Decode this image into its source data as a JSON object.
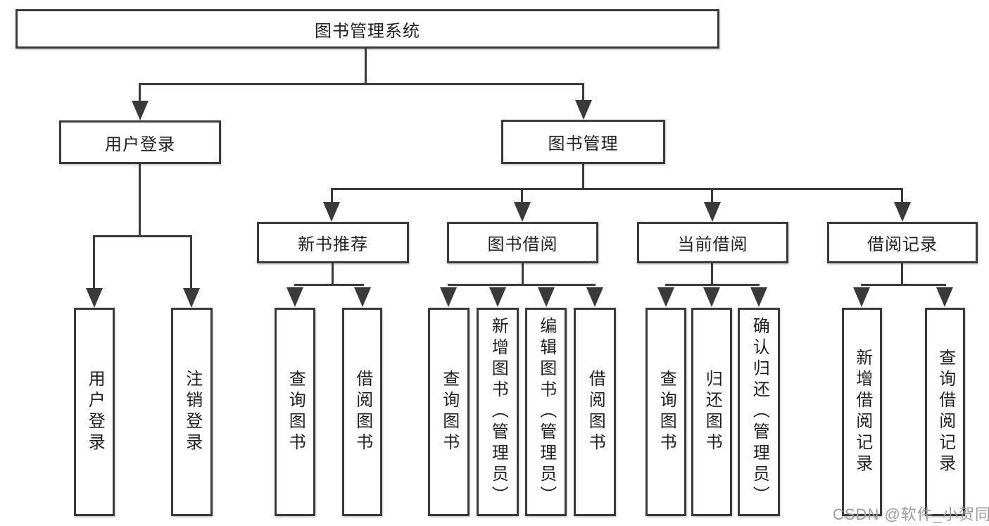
{
  "diagram": {
    "type": "hierarchy-tree",
    "tree": {
      "root": {
        "label": "图书管理系统"
      },
      "branches": [
        {
          "label": "用户登录",
          "children": [
            {
              "label": "用户登录"
            },
            {
              "label": "注销登录"
            }
          ]
        },
        {
          "label": "图书管理",
          "children": [
            {
              "label": "新书推荐",
              "children": [
                {
                  "label": "查询图书"
                },
                {
                  "label": "借阅图书"
                }
              ]
            },
            {
              "label": "图书借阅",
              "children": [
                {
                  "label": "查询图书"
                },
                {
                  "label": "新增图书（管理员）"
                },
                {
                  "label": "编辑图书（管理员）"
                },
                {
                  "label": "借阅图书"
                }
              ]
            },
            {
              "label": "当前借阅",
              "children": [
                {
                  "label": "查询图书"
                },
                {
                  "label": "归还图书"
                },
                {
                  "label": "确认归还（管理员）"
                }
              ]
            },
            {
              "label": "借阅记录",
              "children": [
                {
                  "label": "新增借阅记录"
                },
                {
                  "label": "查询借阅记录"
                }
              ]
            }
          ]
        }
      ]
    },
    "watermark": {
      "text": "CSDN @软件_小贺同学"
    }
  },
  "colors": {
    "line": "#3a3a3a",
    "text": "#1f1f1f",
    "background": "#ffffff",
    "watermark": "#9c9c9c"
  }
}
